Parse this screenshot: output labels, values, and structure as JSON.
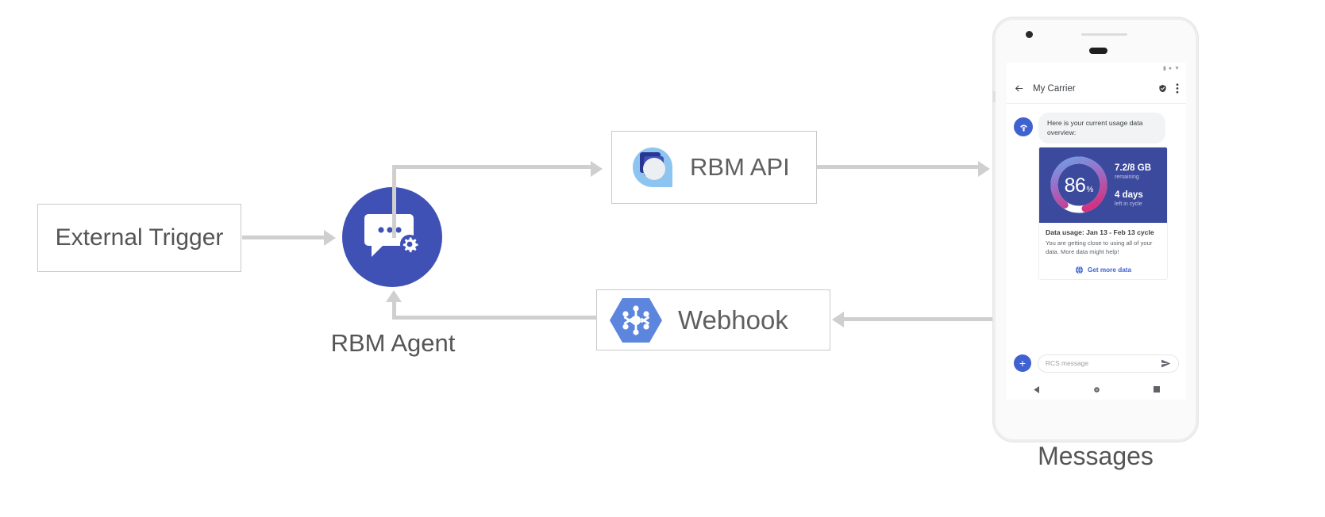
{
  "diagram": {
    "external_trigger": {
      "label": "External Trigger"
    },
    "rbm_agent": {
      "label": "RBM Agent",
      "icon": "chat-gear-icon"
    },
    "rbm_api": {
      "label": "RBM API",
      "icon": "rbm-api-icon"
    },
    "webhook": {
      "label": "Webhook",
      "icon": "webhook-hexagon-icon"
    },
    "phone_caption": "Messages"
  },
  "phone": {
    "status_bar": {
      "signal": "signal-icon",
      "wifi": "wifi-icon",
      "battery": "battery-icon"
    },
    "app_bar": {
      "back_icon": "back-arrow-icon",
      "title": "My Carrier",
      "verified_icon": "verified-shield-icon",
      "overflow_icon": "more-vert-icon"
    },
    "message": {
      "avatar_icon": "carrier-avatar-icon",
      "text": "Here is your current usage data overview:"
    },
    "card": {
      "gauge": {
        "value": "86",
        "unit": "%",
        "percent": 86
      },
      "stats": [
        {
          "main": "7.2/8 GB",
          "sub": "remaining"
        },
        {
          "main": "4 days",
          "sub": "left in cycle"
        }
      ],
      "title": "Data usage: Jan 13 - Feb 13 cycle",
      "description": "You are getting close to using all of your data. More data might help!",
      "action": {
        "icon": "globe-icon",
        "label": "Get more data"
      }
    },
    "composer": {
      "plus_icon": "plus-icon",
      "placeholder": "RCS message",
      "send_icon": "send-icon"
    },
    "nav_bar": {
      "back": "nav-back-triangle-icon",
      "home": "nav-home-circle-icon",
      "recents": "nav-recents-square-icon"
    }
  },
  "colors": {
    "agent_blue": "#3f51b5",
    "card_navy": "#3c4a9e",
    "accent_blue": "#3f62d0",
    "gauge_pink": "#d6307f",
    "gauge_light_blue": "#6ba4e8",
    "connector_grey": "#cfcfcf"
  }
}
